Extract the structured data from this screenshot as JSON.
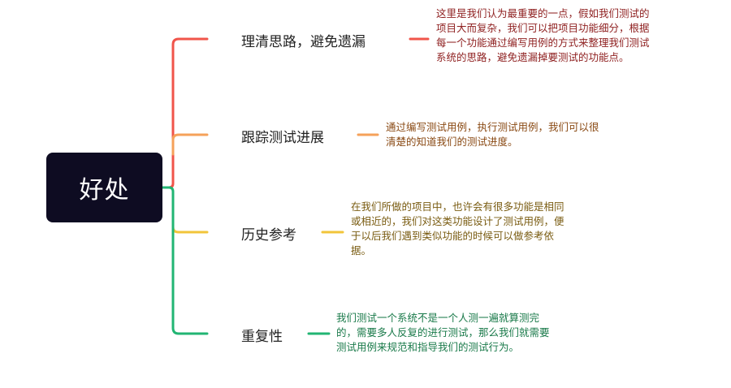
{
  "root": {
    "label": "好处"
  },
  "branches": [
    {
      "label": "理清思路，避免遗漏",
      "color": "#f0544a",
      "note_color": "#8e1f1f",
      "note_lines": [
        "这里是我们认为最重要的一点，假如我们测试的",
        "项目大而复杂，我们可以把项目功能细分，根据",
        "每一个功能通过编写用例的方式来整理我们测试",
        "系统的思路，避免遗漏掉要测试的功能点。"
      ]
    },
    {
      "label": "跟踪测试进展",
      "color": "#f5a15a",
      "note_color": "#8a4a14",
      "note_lines": [
        "通过编写测试用例，执行测试用例，我们可以很",
        "清楚的知道我们的测试进度。"
      ]
    },
    {
      "label": "历史参考",
      "color": "#f2c53a",
      "note_color": "#7a5c12",
      "note_lines": [
        "在我们所做的项目中，也许会有很多功能是相同",
        "或相近的，我们对这类功能设计了测试用例，便",
        "于以后我们遇到类似功能的时候可以做参考依",
        "据。"
      ]
    },
    {
      "label": "重复性",
      "color": "#22b573",
      "note_color": "#1a7a4a",
      "note_lines": [
        "我们测试一个系统不是一个人测一遍就算测完",
        "的，需要多人反复的进行测试，那么我们就需要",
        "测试用例来规范和指导我们的测试行为。"
      ]
    }
  ]
}
